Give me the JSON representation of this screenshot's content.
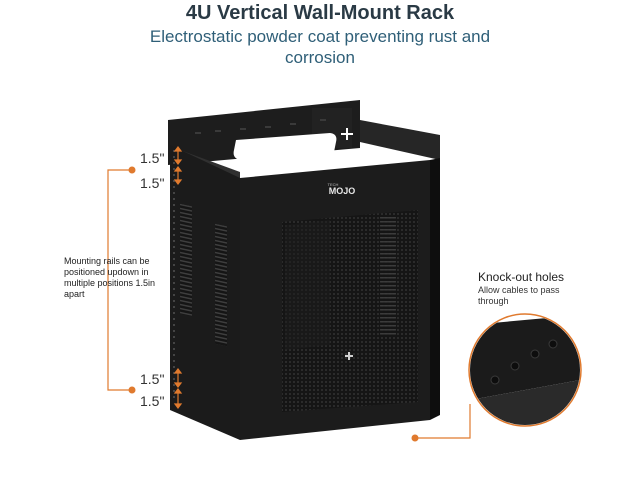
{
  "header": {
    "title": "4U Vertical Wall-Mount Rack",
    "subtitle": "Electrostatic powder coat preventing rust and corrosion"
  },
  "dimensions": {
    "top_a": "1.5\"",
    "top_b": "1.5\"",
    "bottom_a": "1.5\"",
    "bottom_b": "1.5\""
  },
  "callouts": {
    "rails": "Mounting rails can be positioned updown in multiple positions 1.5in apart",
    "knockout_title": "Knock-out holes",
    "knockout_desc": "Allow cables to pass through"
  },
  "product": {
    "brand": "MOJO",
    "brand_small": "TECH"
  },
  "colors": {
    "accent": "#e07a2e",
    "rack": "#1c1c1c",
    "title": "#2a3a45",
    "subtitle": "#2f5f78"
  }
}
